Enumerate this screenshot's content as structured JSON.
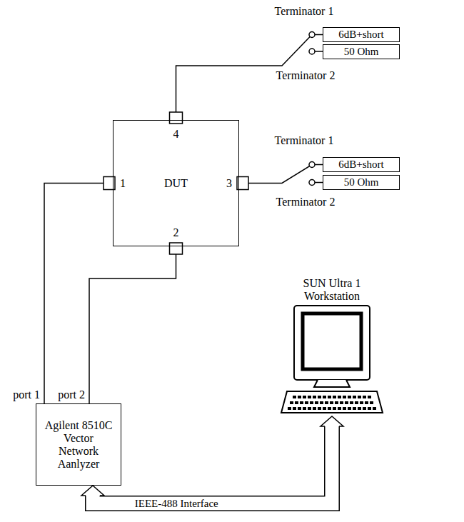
{
  "diagram": {
    "nodes": [
      {
        "text": [
          "6dB+short"
        ]
      },
      {
        "text": [
          "50 Ohm"
        ]
      },
      {
        "text": [
          "DUT"
        ]
      },
      {
        "text": [
          "6dB+short"
        ]
      },
      {
        "text": [
          "50 Ohm"
        ]
      },
      {
        "text": [
          "Agilent 8510C Vector Network Aanlyzer"
        ]
      },
      {
        "text": [
          "SUN Ultra 1 Workstation"
        ]
      }
    ],
    "edges": [
      {
        "from": 2,
        "to": 0,
        "arrow": "none"
      },
      {
        "from": 2,
        "to": 3,
        "arrow": "none"
      },
      {
        "from": 5,
        "to": 2,
        "label": "port 1",
        "arrow": "none"
      },
      {
        "from": 5,
        "to": 2,
        "label": "port 2",
        "arrow": "none"
      },
      {
        "from": 5,
        "to": 6,
        "label": "IEEE-488 Interface",
        "arrow": "both"
      }
    ],
    "labels": [
      "Terminator 1",
      "Terminator 2",
      "4",
      "1",
      "3",
      "Terminator 1",
      "Terminator 2",
      "2"
    ]
  }
}
